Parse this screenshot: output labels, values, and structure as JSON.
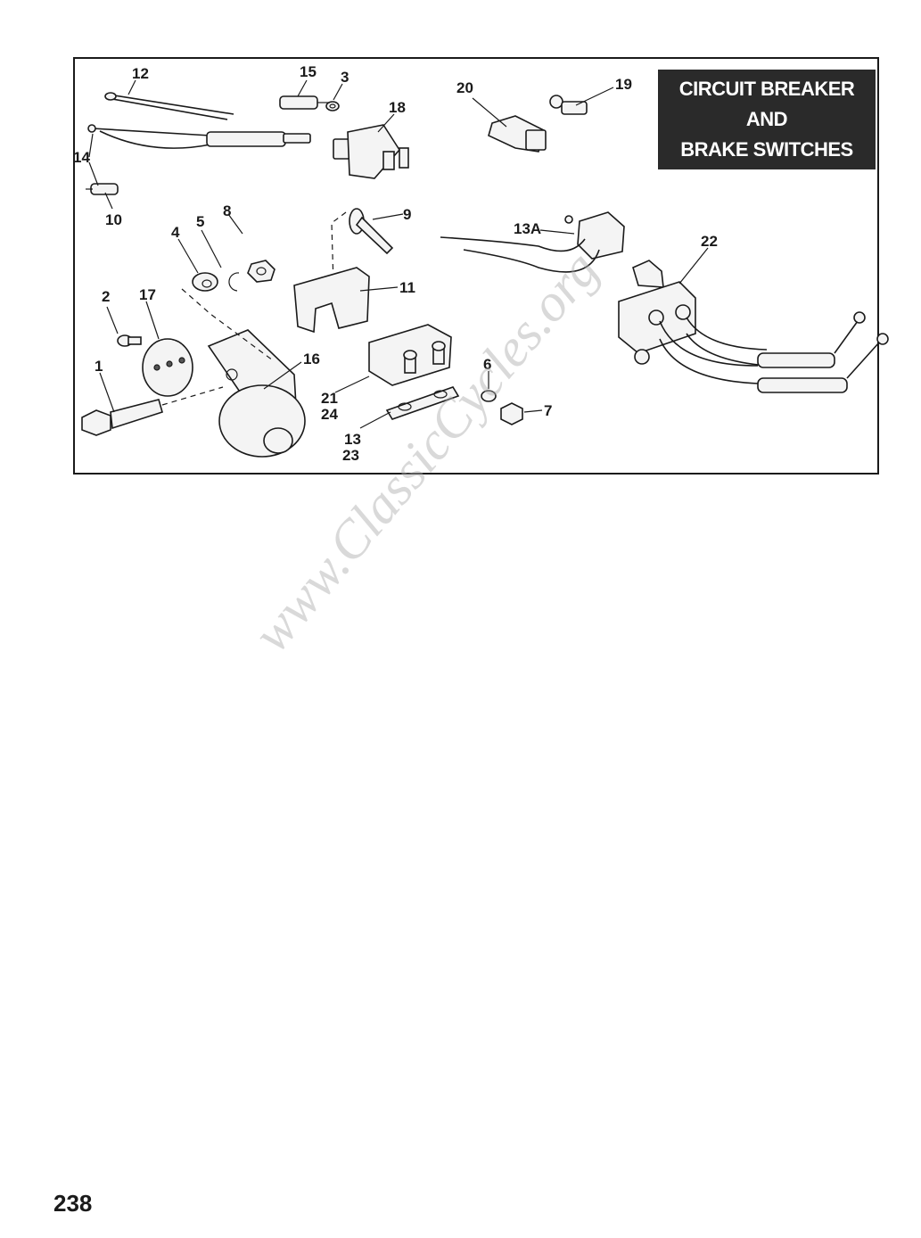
{
  "title": {
    "line1": "CIRCUIT BREAKER",
    "line2": "AND",
    "line3": "BRAKE SWITCHES"
  },
  "callouts": {
    "c1": "1",
    "c2": "2",
    "c3": "3",
    "c4": "4",
    "c5": "5",
    "c6": "6",
    "c7": "7",
    "c8": "8",
    "c9": "9",
    "c10": "10",
    "c11": "11",
    "c12": "12",
    "c13": "13",
    "c13a": "13A",
    "c14": "14",
    "c15": "15",
    "c16": "16",
    "c17": "17",
    "c18": "18",
    "c19": "19",
    "c20": "20",
    "c21": "21",
    "c22": "22",
    "c23": "23",
    "c24": "24"
  },
  "watermark": "www.ClassicCycles.org",
  "page_number": "238",
  "colors": {
    "title_background": "#2a2a2a",
    "title_text": "#ffffff",
    "line_art": "#1a1a1a"
  }
}
